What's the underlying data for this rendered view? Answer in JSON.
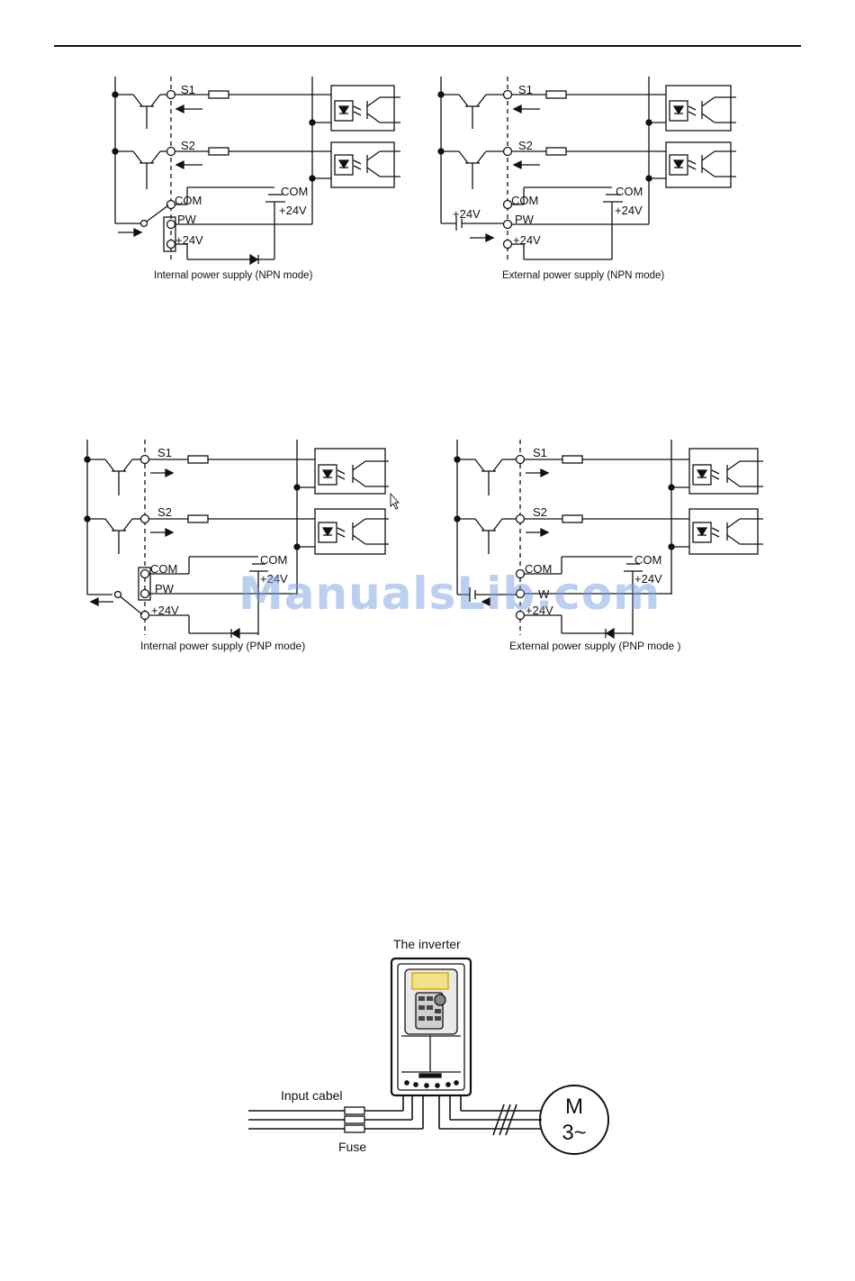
{
  "diagrams": [
    {
      "id": "npn-internal",
      "caption": "Internal power supply (NPN mode)",
      "labels": {
        "s1": "S1",
        "s2": "S2",
        "com_left": "COM",
        "pw": "PW",
        "v24_left": "+24V",
        "com_right": "COM",
        "v24_right": "+24V"
      }
    },
    {
      "id": "npn-external",
      "caption": "External power supply (NPN mode)",
      "labels": {
        "s1": "S1",
        "s2": "S2",
        "com_left": "COM",
        "pw": "PW",
        "v24_left": "+24V",
        "v24_ext": "+24V",
        "com_right": "COM",
        "v24_right": "+24V"
      }
    },
    {
      "id": "pnp-internal",
      "caption": "Internal power supply (PNP mode)",
      "labels": {
        "s1": "S1",
        "s2": "S2",
        "com_left": "COM",
        "pw": "PW",
        "v24_left": "+24V",
        "com_right": "COM",
        "v24_right": "+24V"
      }
    },
    {
      "id": "pnp-external",
      "caption": "External power supply (PNP mode )",
      "labels": {
        "s1": "S1",
        "s2": "S2",
        "com_left": "COM",
        "pw": "W",
        "v24_left": "+24V",
        "com_right": "COM",
        "v24_right": "+24V"
      }
    }
  ],
  "inverter_figure": {
    "title": "The inverter",
    "input_label": "Input cabel",
    "fuse_label": "Fuse",
    "motor_top": "M",
    "motor_bottom": "3~"
  },
  "watermark": "ManualsLib.com"
}
